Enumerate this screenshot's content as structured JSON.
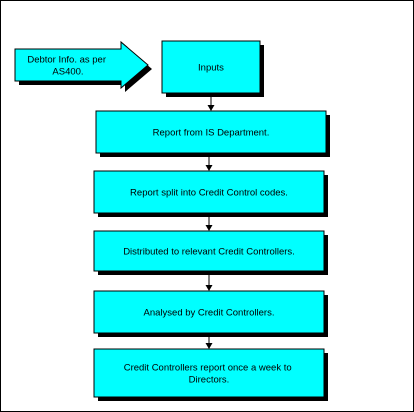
{
  "diagram": {
    "colors": {
      "box_fill": "#00ffff",
      "outline": "#000000",
      "shadow": "#000000",
      "background": "#ffffff"
    },
    "source": {
      "lines": [
        "Debtor Info. as per",
        "AS400."
      ]
    },
    "steps": [
      {
        "lines": [
          "Inputs"
        ]
      },
      {
        "lines": [
          "Report from IS Department."
        ]
      },
      {
        "lines": [
          "Report split into Credit Control codes."
        ]
      },
      {
        "lines": [
          "Distributed to relevant Credit Controllers."
        ]
      },
      {
        "lines": [
          "Analysed by Credit Controllers."
        ]
      },
      {
        "lines": [
          "Credit Controllers report once a week to",
          "Directors."
        ]
      }
    ]
  }
}
